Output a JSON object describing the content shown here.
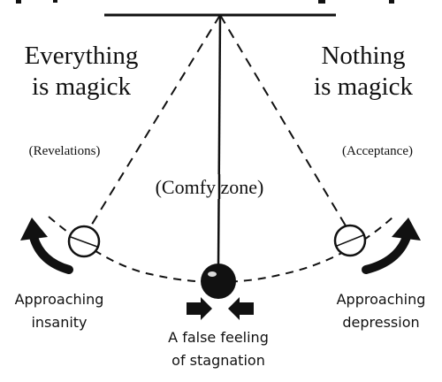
{
  "title_partial": "Everything or nothing is magick",
  "left_statement": {
    "line1": "Everything",
    "line2": "is magick"
  },
  "right_statement": {
    "line1": "Nothing",
    "line2": "is magick"
  },
  "left_state": "(Revelations)",
  "right_state": "(Acceptance)",
  "center_state": "(Comfy zone)",
  "left_outcome": {
    "line1": "Approaching",
    "line2": "insanity"
  },
  "right_outcome": {
    "line1": "Approaching",
    "line2": "depression"
  },
  "center_outcome": {
    "line1": "A false feeling",
    "line2": "of stagnation"
  },
  "colors": {
    "ink": "#111111",
    "background": "#ffffff"
  }
}
